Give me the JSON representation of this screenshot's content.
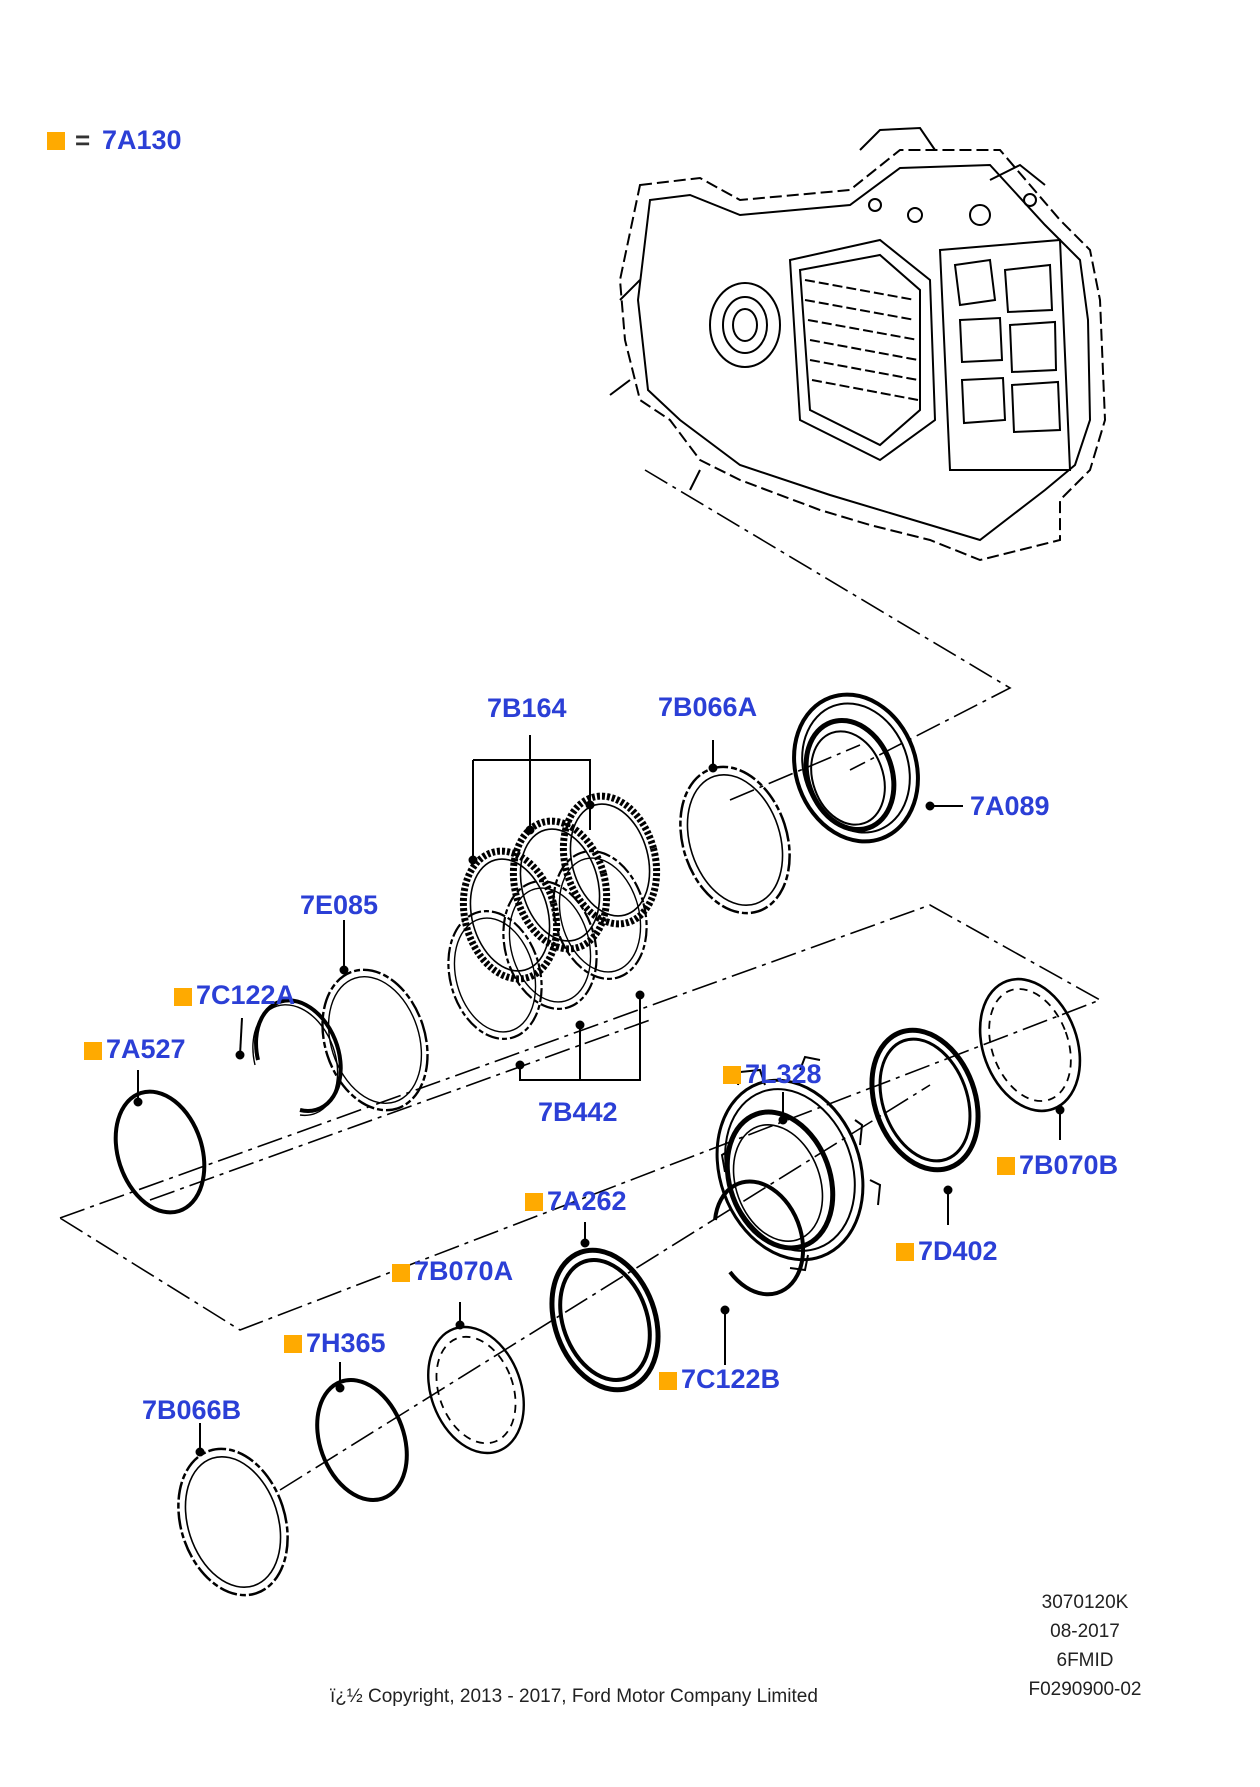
{
  "legend": {
    "marker_color": "#ffaa00",
    "equals": "=",
    "code": "7A130"
  },
  "colors": {
    "label": "#2b3fd6",
    "marker": "#ffaa00",
    "line": "#000000"
  },
  "parts": {
    "p7B164": "7B164",
    "p7B066A": "7B066A",
    "p7A089": "7A089",
    "p7E085": "7E085",
    "p7C122A": "7C122A",
    "p7A527": "7A527",
    "p7B442": "7B442",
    "p7L328": "7L328",
    "p7B070B": "7B070B",
    "p7A262": "7A262",
    "p7D402": "7D402",
    "p7B070A": "7B070A",
    "p7C122B": "7C122B",
    "p7H365": "7H365",
    "p7B066B": "7B066B"
  },
  "meta": {
    "code": "3070120K",
    "date": "08-2017",
    "model": "6FMID",
    "ref": "F0290900-02"
  },
  "copyright": "ï¿½ Copyright, 2013 - 2017, Ford Motor Company Limited"
}
